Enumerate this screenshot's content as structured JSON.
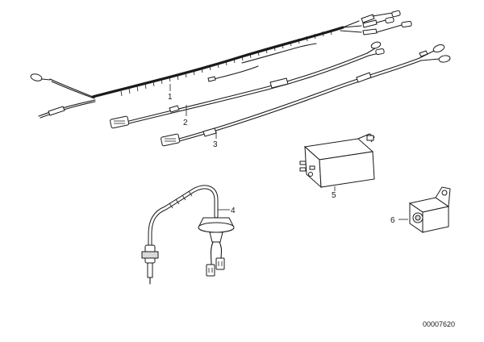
{
  "callouts": [
    {
      "id": "1",
      "text": "1"
    },
    {
      "id": "2",
      "text": "2"
    },
    {
      "id": "3",
      "text": "3"
    },
    {
      "id": "4",
      "text": "4"
    },
    {
      "id": "5",
      "text": "5"
    },
    {
      "id": "6",
      "text": "6"
    }
  ],
  "reference_number": "00007620"
}
